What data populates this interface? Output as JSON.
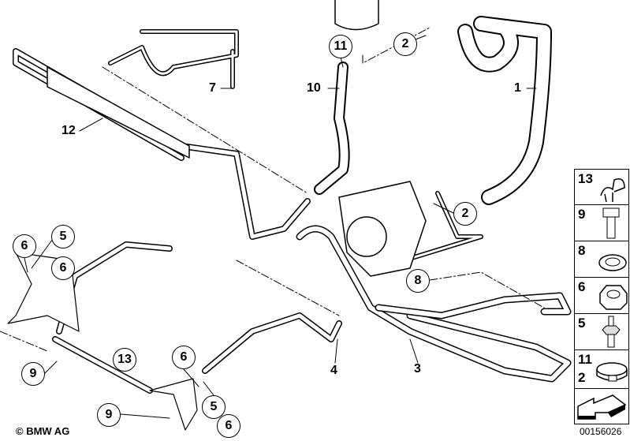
{
  "diagram": {
    "callouts_circled": [
      {
        "id": "c11",
        "label": "11"
      },
      {
        "id": "c2a",
        "label": "2"
      },
      {
        "id": "c2b",
        "label": "2"
      },
      {
        "id": "c8",
        "label": "8"
      },
      {
        "id": "c6a",
        "label": "6"
      },
      {
        "id": "c5a",
        "label": "5"
      },
      {
        "id": "c6b",
        "label": "6"
      },
      {
        "id": "c9a",
        "label": "9"
      },
      {
        "id": "c13",
        "label": "13"
      },
      {
        "id": "c6c",
        "label": "6"
      },
      {
        "id": "c5b",
        "label": "5"
      },
      {
        "id": "c6d",
        "label": "6"
      },
      {
        "id": "c9b",
        "label": "9"
      }
    ],
    "callouts_plain": [
      {
        "id": "p7",
        "label": "7"
      },
      {
        "id": "p10",
        "label": "10"
      },
      {
        "id": "p1",
        "label": "1"
      },
      {
        "id": "p12",
        "label": "12"
      },
      {
        "id": "p4",
        "label": "4"
      },
      {
        "id": "p3",
        "label": "3"
      }
    ]
  },
  "legend": {
    "items": [
      {
        "label": "13",
        "icon": "hose-clip-icon"
      },
      {
        "label": "9",
        "icon": "bolt-icon"
      },
      {
        "label": "8",
        "icon": "washer-icon"
      },
      {
        "label": "6",
        "icon": "hex-nut-icon"
      },
      {
        "label": "5",
        "icon": "stud-icon"
      },
      {
        "label": "11",
        "label2": "2",
        "icon": "hose-clamp-icon"
      }
    ],
    "arrow_icon": "direction-arrow-icon"
  },
  "footer": {
    "image_id": "00156026",
    "copyright": "© BMW AG"
  }
}
